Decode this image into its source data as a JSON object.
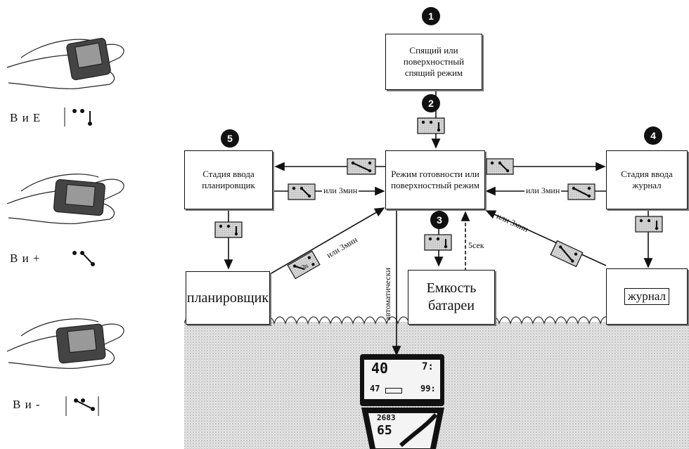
{
  "steps": [
    "1",
    "2",
    "3",
    "4",
    "5"
  ],
  "modes": {
    "sleep": "Спящий или поверхностный спящий режим",
    "ready": "Режим готовности или поверхностный режим",
    "planner_entry": "Стадия ввода планировщик",
    "log_entry": "Стадия ввода журнал",
    "planner": "планировщик",
    "battery": "Емкость батареи",
    "log": "журнал"
  },
  "labels": {
    "or3min_left": "или 3мин",
    "or3min_right": "или 3мин",
    "or3min_planner": "или 3мин",
    "or3min_log": "или 3мин",
    "five_sec": "5сек",
    "auto": "автоматически",
    "switch_3s": "3s"
  },
  "hand_captions": [
    "В и Е",
    "В и +",
    "В и -"
  ],
  "display": {
    "depth": "40",
    "time": "7:",
    "temp": "47",
    "percent": "99:",
    "bottom_a": "2683",
    "bottom_b": "65"
  }
}
